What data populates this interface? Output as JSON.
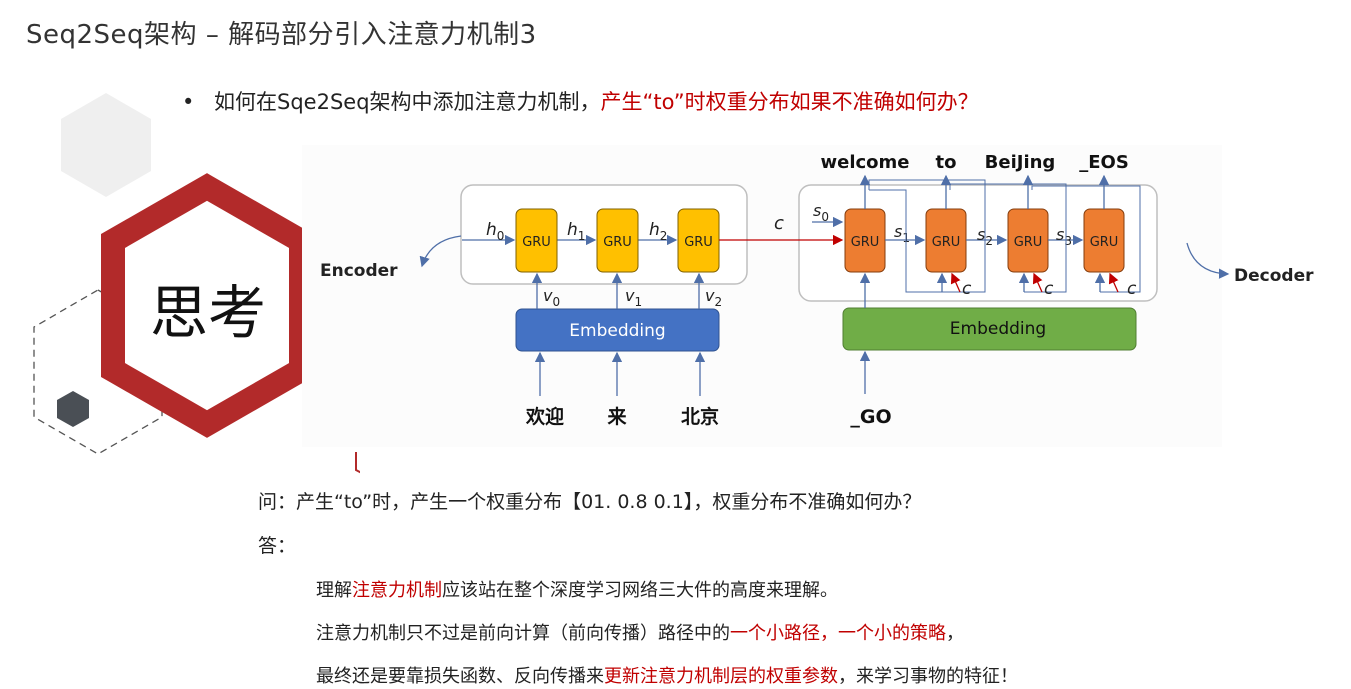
{
  "title": "Seq2Seq架构 – 解码部分引入注意力机制3",
  "bullet": {
    "symbol": "•",
    "text_plain": "如何在Sqe2Seq架构中添加注意力机制，",
    "text_red": "产生“to”时权重分布如果不准确如何办？"
  },
  "think_label": "思考",
  "diagram": {
    "encoder_label": "Encoder",
    "decoder_label": "Decoder",
    "gru_label": "GRU",
    "embedding_label": "Embedding",
    "hidden_labels": [
      "h0",
      "h1",
      "h2"
    ],
    "embed_labels": [
      "v0",
      "v1",
      "v2"
    ],
    "state_labels": [
      "s0",
      "s1",
      "s2",
      "s3"
    ],
    "context_label": "c",
    "encoder_inputs": [
      "欢迎",
      "来",
      "北京"
    ],
    "decoder_input": "_GO",
    "decoder_outputs": [
      "welcome",
      "to",
      "BeiJing",
      "_EOS"
    ],
    "colors": {
      "encoder_gru": "#ffc000",
      "decoder_gru": "#ed7d31",
      "encoder_embedding": "#4472c4",
      "decoder_embedding": "#70ad47",
      "accent_red": "#c00000",
      "arrow_blue": "#4f6fa8"
    }
  },
  "qa": {
    "question": "问：产生“to”时，产生一个权重分布【01. 0.8 0.1】，权重分布不准确如何办？",
    "answer_label": "答：",
    "line1_plain_a": "理解",
    "line1_red": "注意力机制",
    "line1_plain_b": "应该站在整个深度学习网络三大件的高度来理解。",
    "line2_plain_a": "注意力机制只不过是前向计算（前向传播）路径中的",
    "line2_red": "一个小路径，一个小的策略",
    "line2_plain_b": "，",
    "line3_plain_a": "最终还是要靠损失函数、反向传播来",
    "line3_red": "更新注意力机制层的权重参数",
    "line3_plain_b": "，来学习事物的特征！"
  }
}
